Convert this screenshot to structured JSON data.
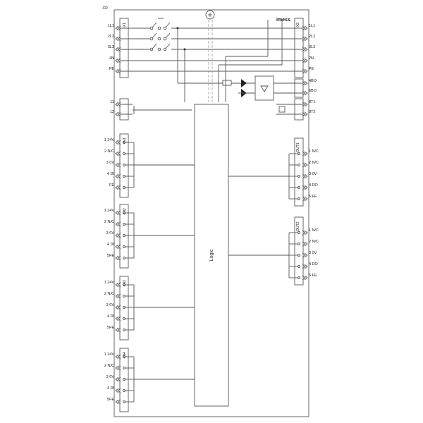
{
  "diagram": {
    "device_tag": "-CR",
    "imess_label": "Imess",
    "logic_label": "Logic",
    "x1": {
      "tag": "-X1",
      "pins": [
        "1L1",
        "2L2",
        "3L3",
        "4N",
        "PE",
        "11",
        "12"
      ]
    },
    "x2": {
      "tag": "-X2",
      "pins": [
        "1L1",
        "2L2",
        "3L3",
        "2N",
        "PE",
        "4BO",
        "6BO",
        "8T1",
        "8T2"
      ]
    },
    "inputs": [
      {
        "tag": "-IN1",
        "pins": [
          "1 24V",
          "2 N/C",
          "3 0V",
          "4 DI",
          "FE"
        ]
      },
      {
        "tag": "-IN2",
        "pins": [
          "1 24V",
          "2 N/C",
          "3 0V",
          "4 DI",
          "5FE"
        ]
      },
      {
        "tag": "-IN3",
        "pins": [
          "1 24V",
          "2 N/C",
          "3 0V",
          "4 DI",
          "5FE"
        ]
      },
      {
        "tag": "-IN4",
        "pins": [
          "1 24V",
          "2 N/C",
          "3 0V",
          "4 DI",
          "5FE"
        ]
      }
    ],
    "outputs": [
      {
        "tag": "-OUT1",
        "pins": [
          "1 N/C",
          "2 N/C",
          "3 0V",
          "4 DO",
          "5 FE"
        ]
      },
      {
        "tag": "-OUT2",
        "pins": [
          "1 N/C",
          "2 N/C",
          "3 0V",
          "4 DO",
          "5 FE"
        ]
      }
    ]
  }
}
